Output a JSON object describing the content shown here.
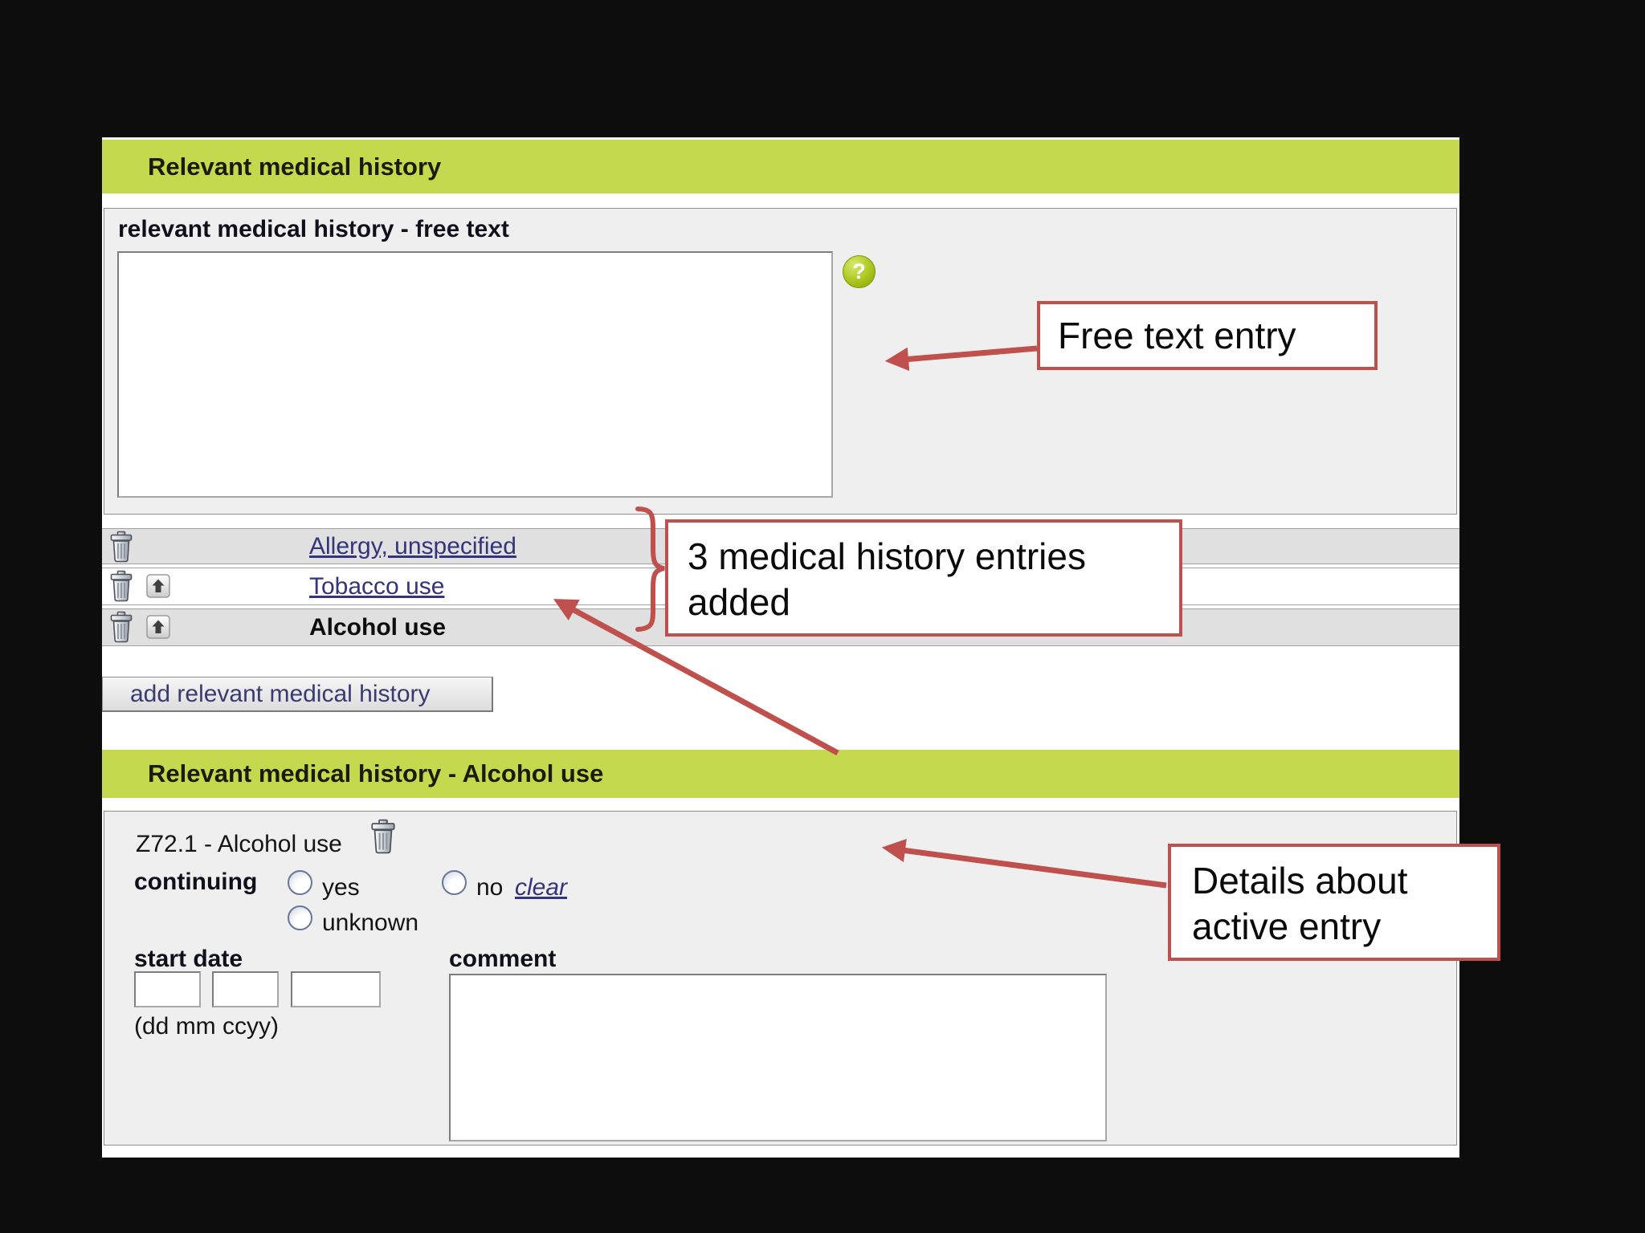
{
  "colors": {
    "header_green": "#c6d94e",
    "annotation_red": "#c0504d",
    "link_navy": "#34347a",
    "row_gray": "#e0e0e0",
    "panel_gray": "#efefef"
  },
  "section_history": {
    "header": "Relevant medical history",
    "free_text_label": "relevant medical history - free text",
    "free_text_value": "",
    "entries": [
      {
        "label": "Allergy, unspecified"
      },
      {
        "label": "Tobacco use"
      },
      {
        "label": "Alcohol use"
      }
    ],
    "add_button_label": "add relevant medical history"
  },
  "section_detail": {
    "header": "Relevant medical history - Alcohol use",
    "entry_title": "Z72.1 - Alcohol use",
    "continuing_label": "continuing",
    "option_yes": "yes",
    "option_no": "no",
    "option_unknown": "unknown",
    "clear_label": "clear",
    "start_date_label": "start date",
    "date_fields": [
      "",
      "",
      ""
    ],
    "date_format_hint": "(dd mm ccyy)",
    "comment_label": "comment",
    "comment_value": ""
  },
  "annotations": {
    "free_text": "Free text entry",
    "entries_added": "3 medical history entries added",
    "details": "Details about active entry"
  }
}
